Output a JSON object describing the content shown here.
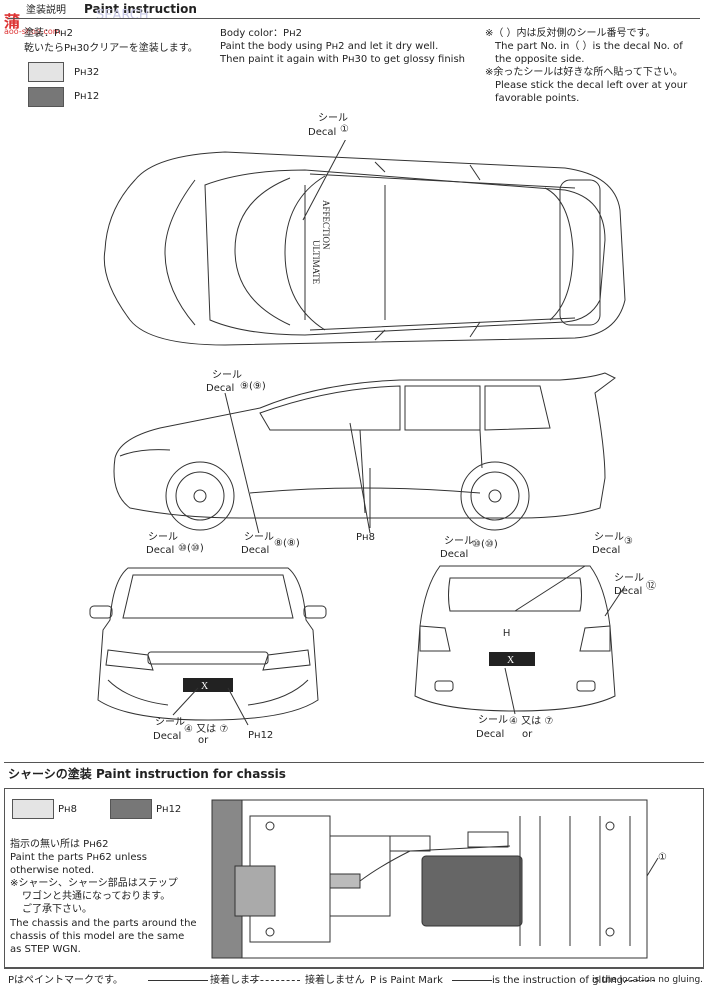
{
  "header": {
    "jp_title": "塗装説明",
    "en_title": "Paint instruction",
    "watermark": "SEARCH"
  },
  "logo": {
    "text": "蒲",
    "site": "aoo-shop.com"
  },
  "paint_left": {
    "line1": "塗装：Pн2",
    "line2": "乾いたらPн30クリアーを塗装します。",
    "sw1": "Pн32",
    "sw2": "Pн12"
  },
  "paint_mid": {
    "line1": "Body color：Pн2",
    "line2": "Paint the body using Pн2 and let it dry well.",
    "line3": "Then paint it again with Pн30 to get glossy finish"
  },
  "notes_right": {
    "l1": "※（ ）内は反対側のシール番号です。",
    "l2": "The part No. in（ ）is the decal No. of",
    "l3": "the opposite side.",
    "l4": "※余ったシールは好きな所へ貼って下さい。",
    "l5": "Please stick the decal left over at your",
    "l6": "favorable points."
  },
  "callouts": {
    "c1_jp": "シール",
    "c1_en": "Decal",
    "c1_n": "①",
    "c9_jp": "シール",
    "c9_en": "Decal",
    "c9_n": "⑨(⑨)",
    "c10a_jp": "シール",
    "c10a_en": "Decal",
    "c10a_n": "⑩(⑩)",
    "c8_jp": "シール",
    "c8_en": "Decal",
    "c8_n": "⑧(⑧)",
    "p8": "Pн8",
    "c10b_jp": "シール",
    "c10b_en": "Decal",
    "c10b_n": "⑩(⑩)",
    "c3_jp": "シール",
    "c3_en": "Decal",
    "c3_n": "③",
    "c12_jp": "シール",
    "c12_en": "Decal",
    "c12_n": "⑫",
    "cf_jp": "シール",
    "cf_en": "Decal",
    "cf_n": "④ 又は ⑦",
    "cf_or": "or",
    "p12": "Pн12",
    "cr_jp": "シール",
    "cr_en": "Decal",
    "cr_n": "④ 又は ⑦",
    "cr_or": "or",
    "car_text1": "AFFECTION",
    "car_text2": "ULTIMATE"
  },
  "chassis": {
    "title": "シャーシの塗装 Paint instruction for chassis",
    "sw1": "Pн8",
    "sw2": "Pн12",
    "l1": "指示の無い所は Pн62",
    "l2": "Paint the parts Pн62 unless",
    "l3": "otherwise noted.",
    "l4": "※シャーシ、シャーシ部品はステップ",
    "l5": "ワゴンと共通になっております。",
    "l6": "ご了承下さい。",
    "l7": "The chassis and the parts around the",
    "l8": "chassis of this model are the same",
    "l9": "as STEP WGN.",
    "callout": "①"
  },
  "footer": {
    "jp1": "Pはペイントマークです。",
    "jp2": "接着します",
    "jp3": "接着しません",
    "en1": "P is Paint Mark",
    "en2": "is the instruction of gluing.",
    "en3": "is the location no gluing."
  }
}
